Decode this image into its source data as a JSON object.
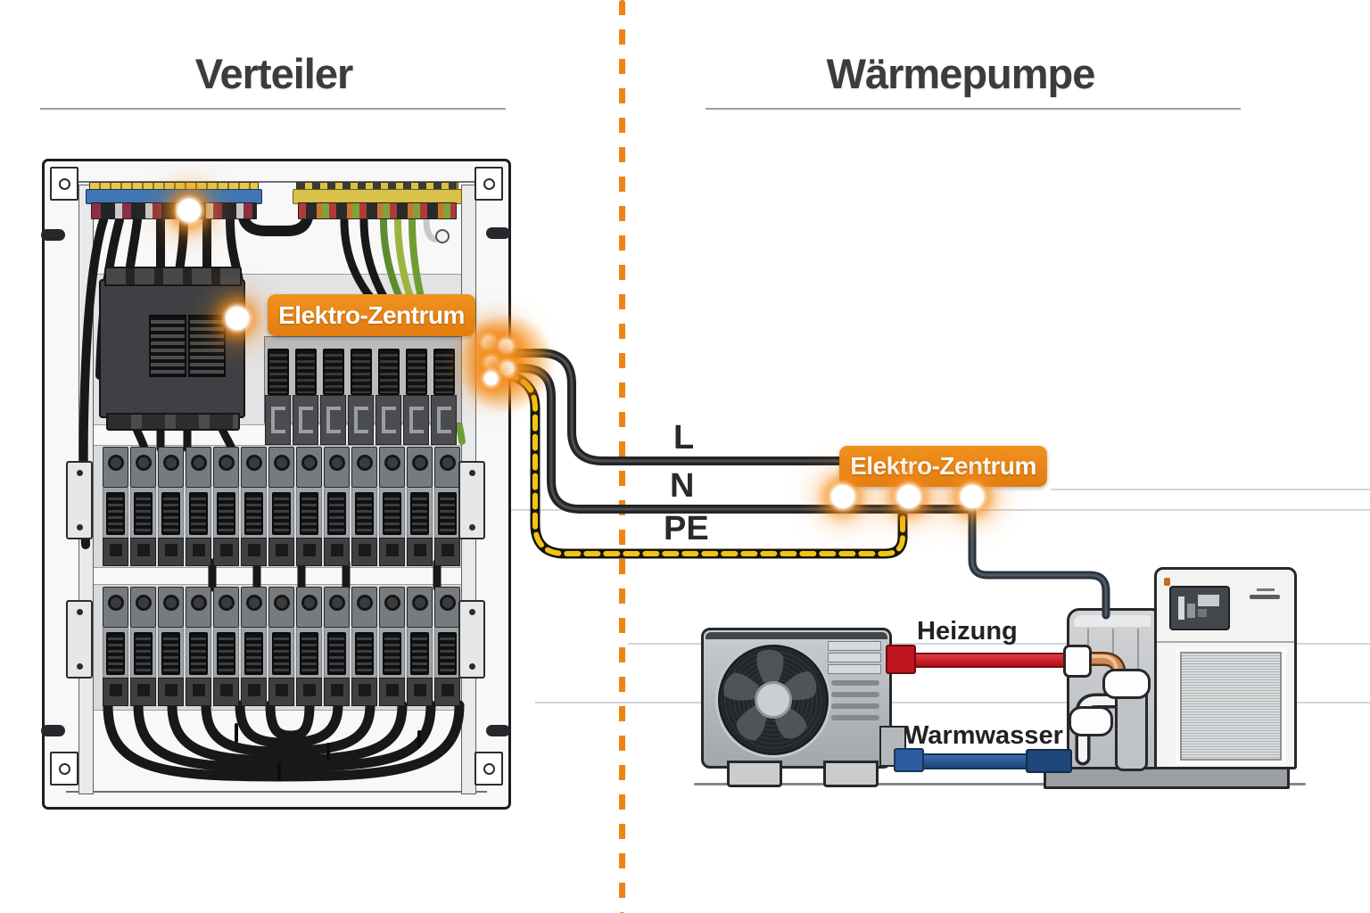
{
  "titles": {
    "left": "Verteiler",
    "right": "Wärmepumpe"
  },
  "badges": {
    "panel_label": "Elektro-Zentrum",
    "pump_label": "Elektro-Zentrum"
  },
  "wire_labels": {
    "line": "L",
    "neutral": "N",
    "earth": "PE"
  },
  "pipe_labels": {
    "heating": "Heizung",
    "hot_water": "Warmwasser"
  },
  "colors": {
    "accent_orange": "#ee8414",
    "badge_orange": "#e8851a",
    "wire_black": "#232426",
    "pe_yellow": "#f2c413",
    "heating_red": "#c01420",
    "hot_water_blue": "#2d5c9f",
    "copper": "#cf8a57",
    "title_gray": "#3c3c3c"
  }
}
